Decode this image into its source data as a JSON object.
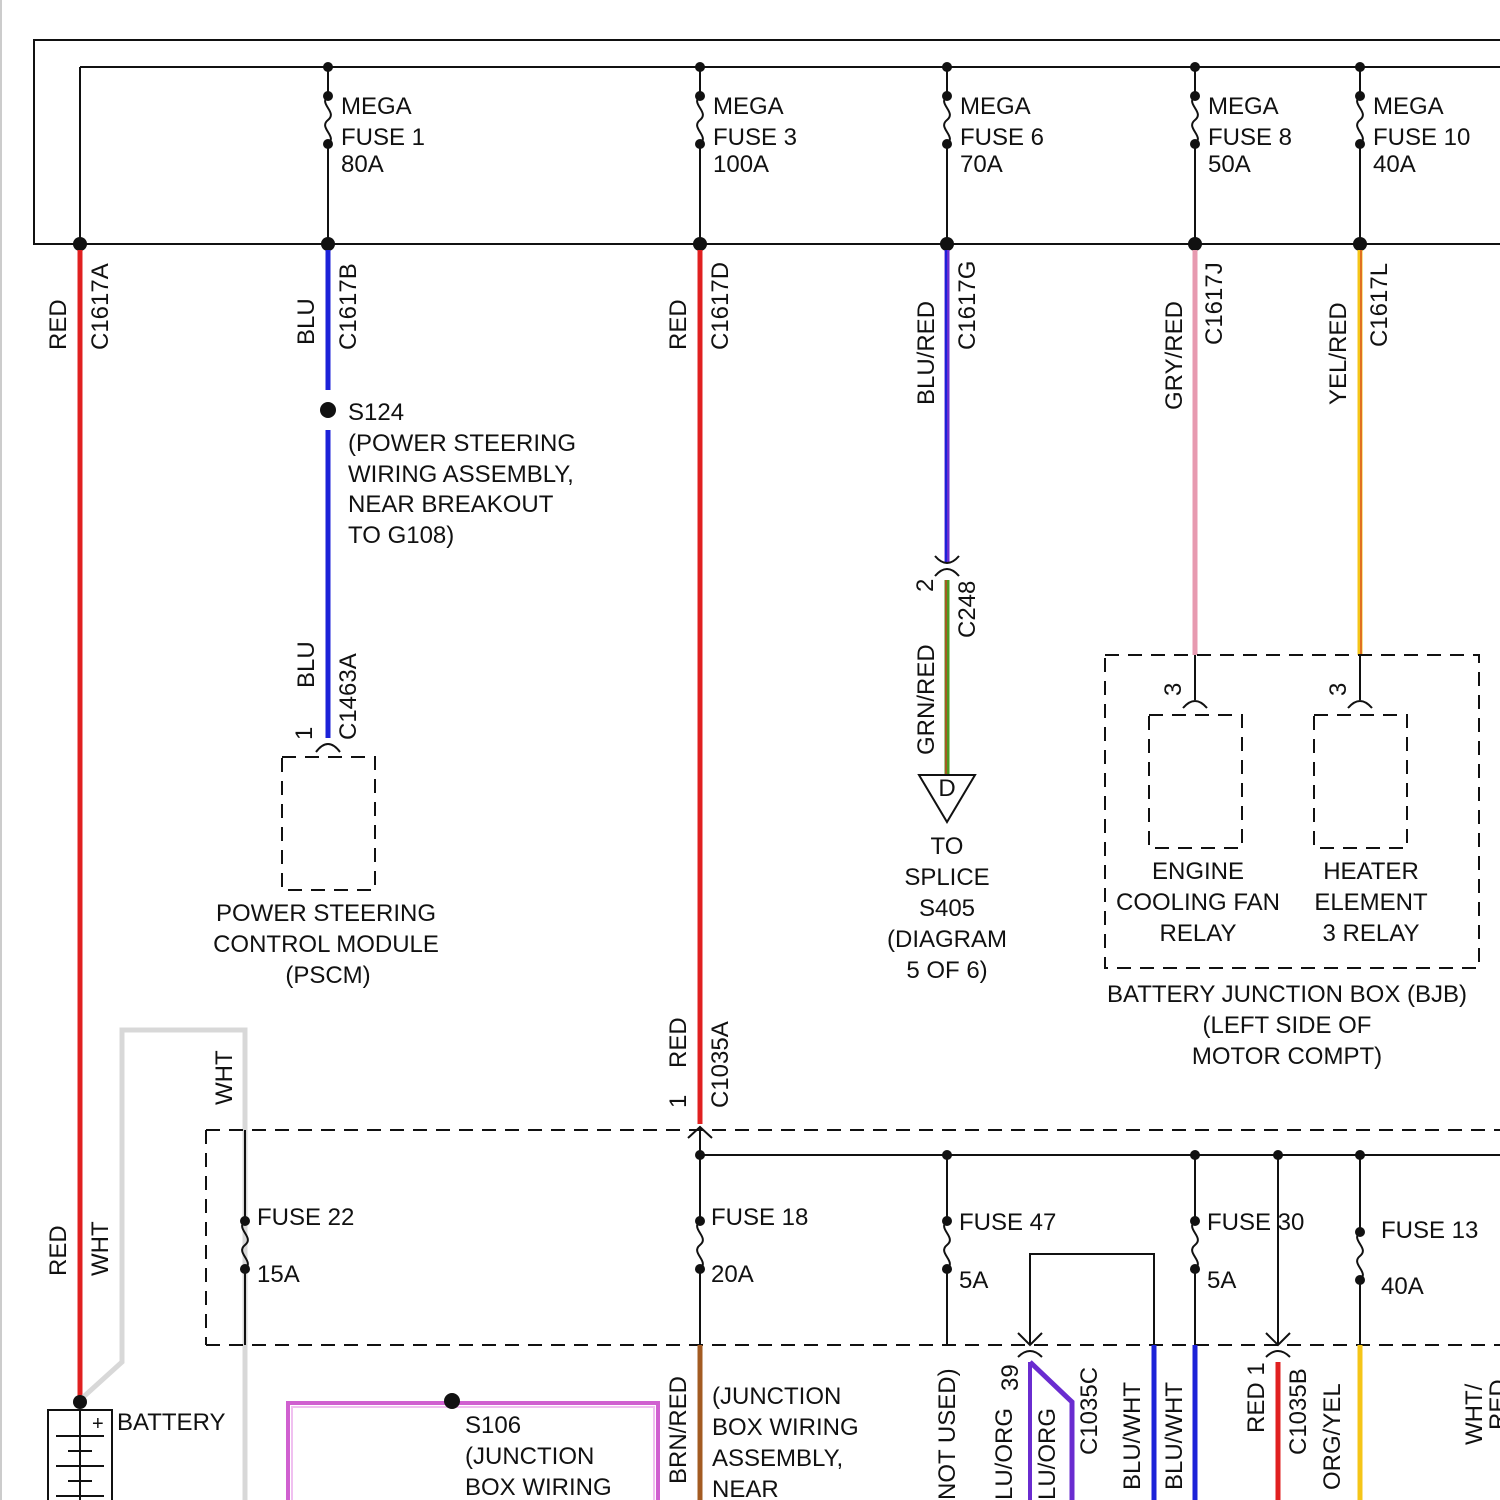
{
  "colors": {
    "red": "#e02020",
    "blue": "#1c22d8",
    "purple_blue": "#6a2cd0",
    "green": "#4a9a20",
    "orange_brown": "#a35b22",
    "gray_light": "#d8d8d8",
    "pink": "#e79ab0",
    "yellow": "#f5c518",
    "magenta": "#d060d0"
  },
  "mega_fuses": [
    {
      "line1": "MEGA",
      "line2": "FUSE 1",
      "rating": "80A",
      "wire_color": "BLU",
      "connector": "C1617B"
    },
    {
      "line1": "MEGA",
      "line2": "FUSE 3",
      "rating": "100A",
      "wire_color": "RED",
      "connector": "C1617D"
    },
    {
      "line1": "MEGA",
      "line2": "FUSE 6",
      "rating": "70A",
      "wire_color": "BLU/RED",
      "connector": "C1617G"
    },
    {
      "line1": "MEGA",
      "line2": "FUSE 8",
      "rating": "50A",
      "wire_color": "GRY/RED",
      "connector": "C1617J"
    },
    {
      "line1": "MEGA",
      "line2": "FUSE 10",
      "rating": "40A",
      "wire_color": "YEL/RED",
      "connector": "C1617L"
    }
  ],
  "main_feed": {
    "wire_color": "RED",
    "connector": "C1617A"
  },
  "splice_s124": [
    "S124",
    "(POWER STEERING",
    "WIRING ASSEMBLY,",
    "NEAR BREAKOUT",
    "TO G108)"
  ],
  "pscm": {
    "wire_color": "BLU",
    "connector": "C1463A",
    "pin": "1",
    "label": [
      "POWER STEERING",
      "CONTROL MODULE",
      "(PSCM)"
    ]
  },
  "c248": {
    "pin": "2",
    "connector": "C248",
    "wire_color": "GRN/RED",
    "marker": "D",
    "label": [
      "TO",
      "SPLICE",
      "S405",
      "(DIAGRAM",
      "5 OF 6)"
    ]
  },
  "relays": [
    {
      "pin": "3",
      "label": [
        "ENGINE",
        "COOLING FAN",
        "RELAY"
      ]
    },
    {
      "pin": "3",
      "label": [
        "HEATER",
        "ELEMENT",
        "3 RELAY"
      ]
    }
  ],
  "bjb_label": [
    "BATTERY JUNCTION BOX (BJB)",
    "(LEFT SIDE OF",
    "MOTOR COMPT)"
  ],
  "c1035a": {
    "wire_color": "RED",
    "connector": "C1035A",
    "pin": "1"
  },
  "battery": {
    "label": "BATTERY",
    "plus": "+",
    "wire_colors": [
      "RED",
      "WHT"
    ]
  },
  "wht_top": "WHT",
  "fuses": [
    {
      "name": "FUSE 22",
      "rating": "15A"
    },
    {
      "name": "FUSE 18",
      "rating": "20A"
    },
    {
      "name": "FUSE 47",
      "rating": "5A"
    },
    {
      "name": "FUSE 30",
      "rating": "5A"
    },
    {
      "name": "FUSE 13",
      "rating": "40A"
    }
  ],
  "splice_s106": [
    "S106",
    "(JUNCTION",
    "BOX WIRING"
  ],
  "jb_wiring_note": [
    "(JUNCTION",
    "BOX WIRING",
    "ASSEMBLY,",
    "NEAR"
  ],
  "bottom_wires": {
    "brn_red": "BRN/RED",
    "not_used": "NOT USED)",
    "pin_39": "39",
    "lu_org_1": "LU/ORG",
    "lu_org_2": "LU/ORG",
    "c1035c": "C1035C",
    "blu_wht_1": "BLU/WHT",
    "blu_wht_2": "BLU/WHT",
    "red_1": "RED 1",
    "c1035b": "C1035B",
    "org_yel": "ORG/YEL",
    "wht_red": "WHT/",
    "red_partial": "RED"
  }
}
